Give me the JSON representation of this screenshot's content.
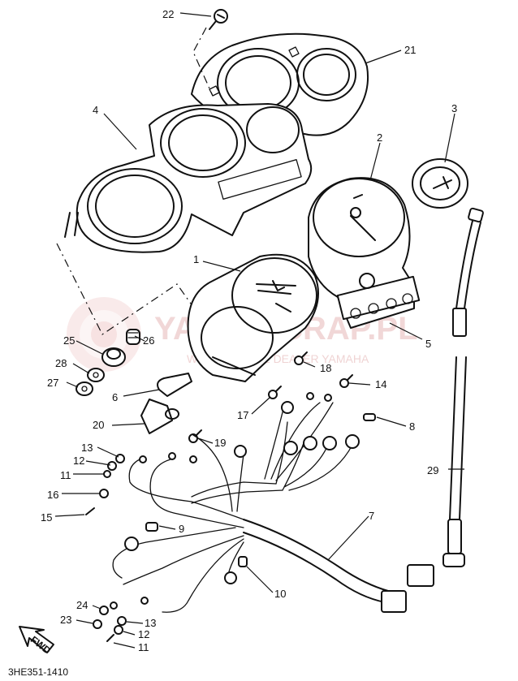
{
  "watermark": {
    "title": "YAMA-SCRAP.PL",
    "subtitle": "WYPOSAŻENIE DEALER YAMAHA"
  },
  "drawing_code": "3HE351-1410",
  "fwd_label": "FWD",
  "callouts": {
    "c1": "1",
    "c2": "2",
    "c3": "3",
    "c4": "4",
    "c5": "5",
    "c6": "6",
    "c7": "7",
    "c8": "8",
    "c9": "9",
    "c10": "10",
    "c11a": "11",
    "c11b": "11",
    "c12a": "12",
    "c12b": "12",
    "c13a": "13",
    "c13b": "13",
    "c14": "14",
    "c15": "15",
    "c16": "16",
    "c17": "17",
    "c18": "18",
    "c19": "19",
    "c20": "20",
    "c21": "21",
    "c22": "22",
    "c23": "23",
    "c24": "24",
    "c25": "25",
    "c26": "26",
    "c27": "27",
    "c28": "28",
    "c29": "29"
  }
}
